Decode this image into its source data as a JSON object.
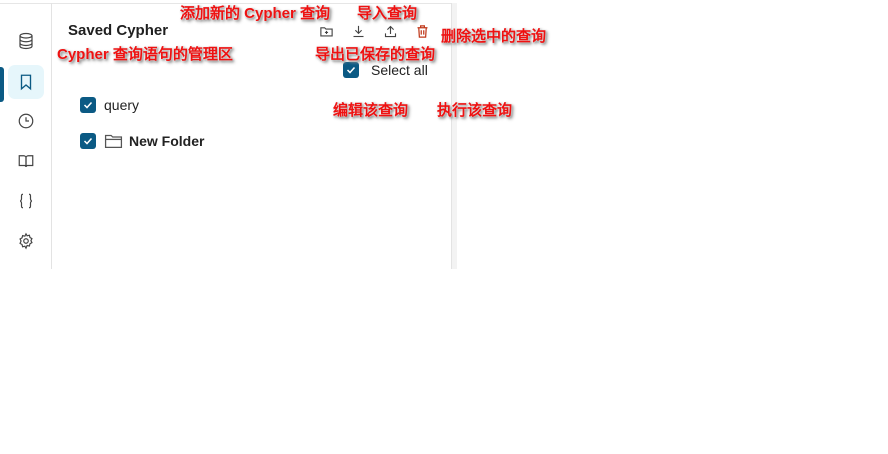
{
  "sidebar": {
    "items": [
      {
        "name": "database",
        "icon": "database-icon"
      },
      {
        "name": "saved",
        "icon": "bookmark-icon",
        "active": true
      },
      {
        "name": "history",
        "icon": "clock-icon"
      },
      {
        "name": "docs",
        "icon": "book-icon"
      },
      {
        "name": "params",
        "icon": "braces-icon"
      },
      {
        "name": "settings",
        "icon": "gear-icon"
      }
    ],
    "accent": "#0b5a84",
    "active_bg": "#e6f6fb"
  },
  "panel": {
    "title": "Saved Cypher",
    "toolbar": {
      "add": "add-folder-icon",
      "import": "download-icon",
      "export": "upload-icon",
      "delete": "trash-icon",
      "delete_color": "#c0391b"
    },
    "select_all_label": "Select all",
    "items": [
      {
        "type": "query",
        "label": "query",
        "checked": true
      },
      {
        "type": "folder",
        "label": "New Folder",
        "checked": true
      }
    ]
  },
  "annotations": {
    "add": "添加新的 Cypher 查询",
    "import": "导入查询",
    "delete": "删除选中的查询",
    "panel": "Cypher 查询语句的管理区",
    "export": "导出已保存的查询",
    "edit": "编辑该查询",
    "run": "执行该查询",
    "color": "#ee1111"
  }
}
